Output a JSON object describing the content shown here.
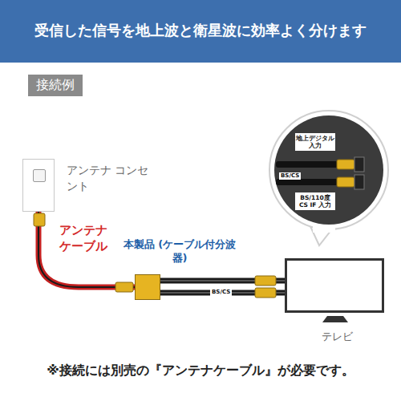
{
  "diagram": {
    "title": "受信した信号を地上波と衛星波に効率よく分けます",
    "caption": "※接続には別売の『アンテナケーブル』が必要です。",
    "nodes": [
      {
        "text": [
          "接続例"
        ]
      },
      {
        "text": [
          "アンテナ コンセント"
        ]
      },
      {
        "text": [
          "本製品 (ケーブル付分波器)"
        ]
      },
      {
        "text": [
          "テレビ"
        ]
      },
      {
        "text": [
          "地上デジタル 入力"
        ]
      },
      {
        "text": [
          "BS/110度 CS IF 入力"
        ]
      }
    ],
    "edges": [
      {
        "from": 1,
        "to": 2,
        "arrow": "none",
        "label": "アンテナ ケーブル"
      },
      {
        "from": 2,
        "to": 3,
        "arrow": "none"
      },
      {
        "from": 2,
        "to": 3,
        "arrow": "none",
        "label": "BS/CS"
      }
    ],
    "labels": [
      "BS/CS"
    ]
  }
}
